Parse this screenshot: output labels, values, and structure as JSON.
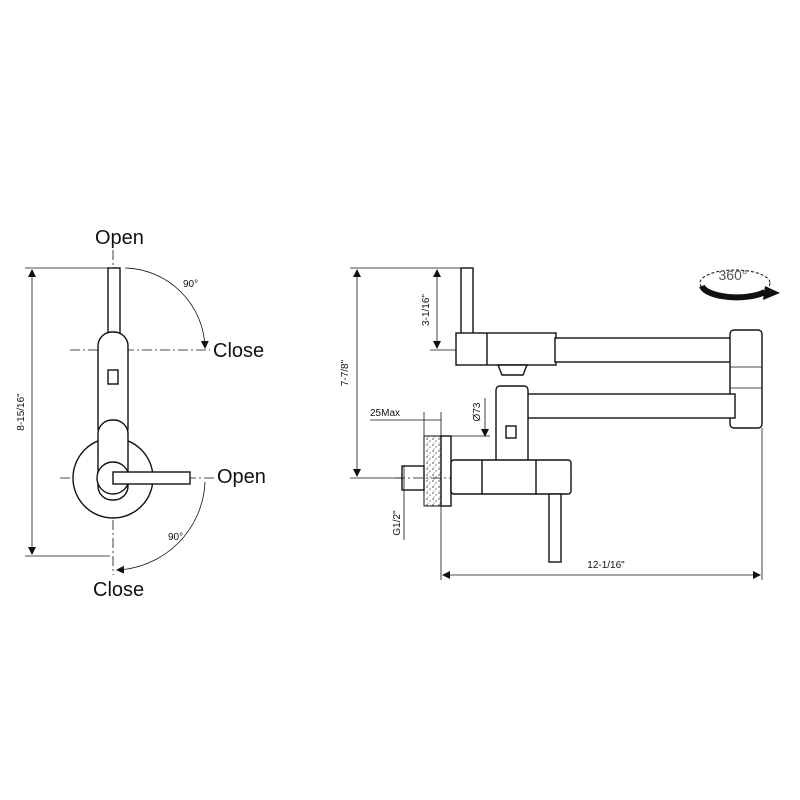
{
  "side_view": {
    "label_open_top": "Open",
    "label_close_right": "Close",
    "label_open_right": "Open",
    "label_close_bottom": "Close",
    "angle_top": "90°",
    "angle_bottom": "90°",
    "height_dim": "8-15/16\""
  },
  "front_view": {
    "dim_total_height": "7-7/8\"",
    "dim_spout_drop": "3-1/16\"",
    "dim_wall_max": "25Max",
    "dim_diameter": "Ø73",
    "dim_thread": "G1/2\"",
    "dim_length": "12-1/16\"",
    "rotation_label": "360°"
  }
}
